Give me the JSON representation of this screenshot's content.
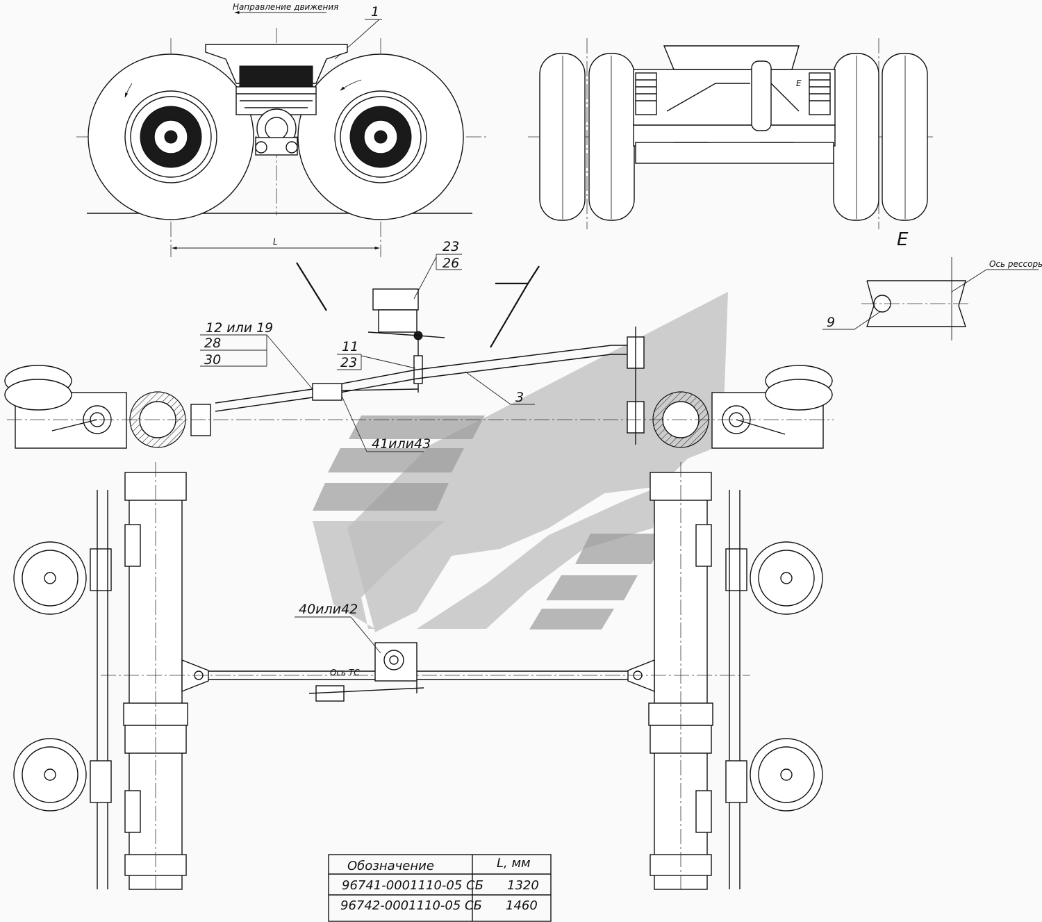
{
  "labels": {
    "direction": "Направление движения",
    "callout_1": "1",
    "callout_l_top": "L",
    "callout_e": "E",
    "callout_e_small": "E",
    "callout_23_top": "23",
    "callout_26": "26",
    "callout_12_19": "12 или 19",
    "callout_28": "28",
    "callout_30": "30",
    "callout_11": "11",
    "callout_23_mid": "23",
    "callout_3": "3",
    "callout_41_43": "41или43",
    "callout_40_42": "40или42",
    "callout_9": "9",
    "spring_axis": "Ось рессоры",
    "vehicle_axis": "Ось ТС"
  },
  "table": {
    "headers": [
      "Обозначение",
      "L, мм"
    ],
    "rows": [
      [
        "96741-0001110-05 СБ",
        "1320"
      ],
      [
        "96742-0001110-05 СБ",
        "1460"
      ]
    ]
  },
  "colors": {
    "ink": "#111111",
    "watermark_light": "#bdbdbd",
    "watermark_dark": "#9a9a9a"
  }
}
